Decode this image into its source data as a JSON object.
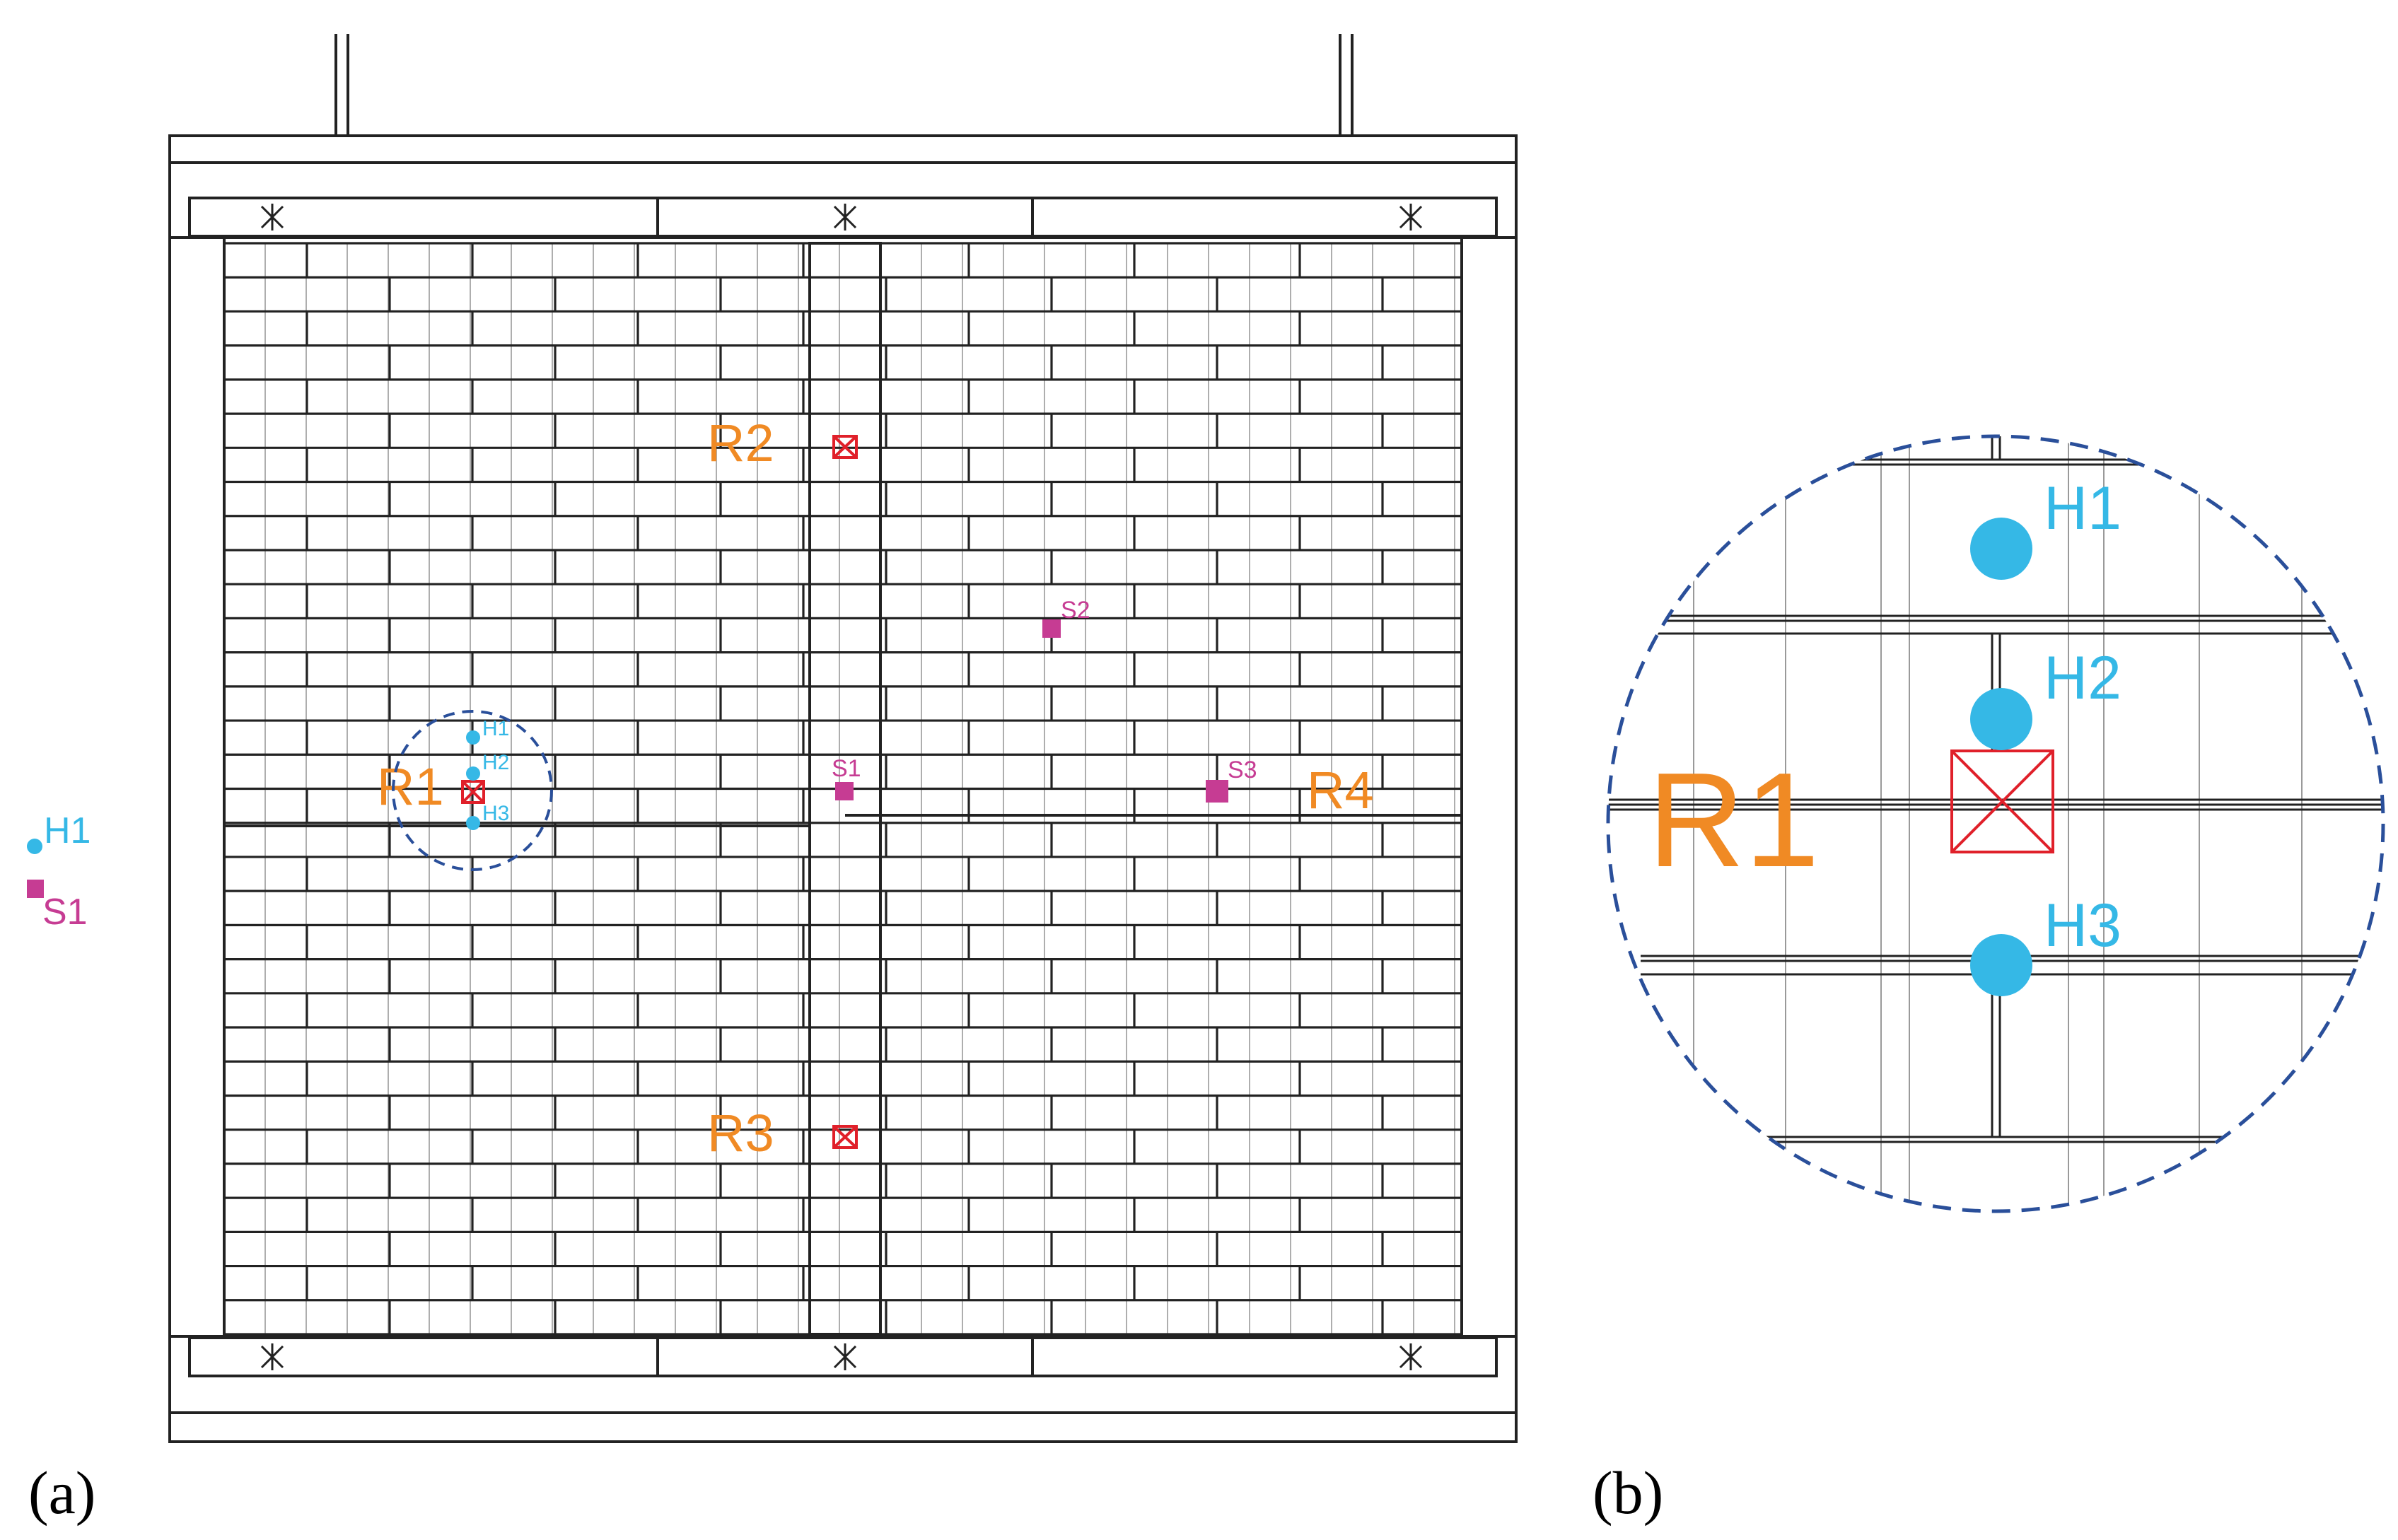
{
  "panels": {
    "a": {
      "label": "(a)"
    },
    "b": {
      "label": "(b)"
    }
  },
  "legend": {
    "heat_flux": "H1",
    "surface_temp": "S1"
  },
  "points_a": {
    "R1": "R1",
    "R2": "R2",
    "R3": "R3",
    "R4": "R4",
    "S1": "S1",
    "S2": "S2",
    "S3": "S3",
    "H1": "H1",
    "H2": "H2",
    "H3": "H3"
  },
  "detail_b": {
    "region": "R1",
    "H1": "H1",
    "H2": "H2",
    "H3": "H3"
  },
  "colors": {
    "region_label": "#F08A24",
    "heat_flux_sensor": "#35B8E6",
    "surface_sensor": "#C63C93",
    "region_marker": "#E0202A",
    "detail_circle": "#2A4F9A",
    "structure": "#222222"
  }
}
